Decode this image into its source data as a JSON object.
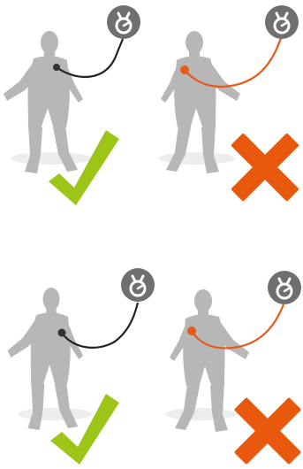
{
  "panels": [
    {
      "id": "top-left",
      "verdict": "correct",
      "attachment": "center-chest",
      "cord_color": "#222222",
      "dot_color": "#333333",
      "mark": "check-icon"
    },
    {
      "id": "top-right",
      "verdict": "incorrect",
      "attachment": "left-chest",
      "cord_color": "#e85a1a",
      "dot_color": "#e85a1a",
      "mark": "cross-icon"
    },
    {
      "id": "bottom-left",
      "verdict": "correct",
      "attachment": "mid-chest",
      "cord_color": "#222222",
      "dot_color": "#333333",
      "mark": "check-icon"
    },
    {
      "id": "bottom-right",
      "verdict": "incorrect",
      "attachment": "shoulder",
      "cord_color": "#e85a1a",
      "dot_color": "#e85a1a",
      "mark": "cross-icon"
    }
  ],
  "colors": {
    "figure": "#b7b7b7",
    "shadow": "#ededed",
    "device": "#6f6f6f",
    "device_symbol": "#ffffff",
    "check": "#9cc517",
    "cross": "#e8590e"
  },
  "icons": [
    "person-figure-icon",
    "lanyard-device-icon",
    "check-icon",
    "cross-icon"
  ]
}
